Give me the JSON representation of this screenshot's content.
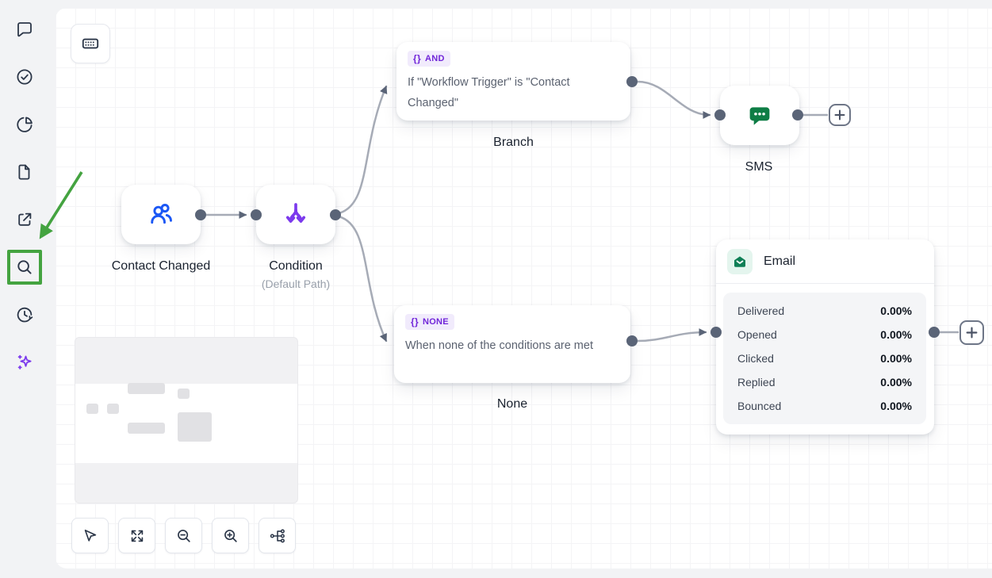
{
  "sidebar": {
    "items": [
      {
        "id": "chat",
        "icon": "chat-icon"
      },
      {
        "id": "tasks",
        "icon": "check-circle-icon"
      },
      {
        "id": "reporting",
        "icon": "pie-chart-icon"
      },
      {
        "id": "documents",
        "icon": "document-icon"
      },
      {
        "id": "open-external",
        "icon": "external-link-icon"
      },
      {
        "id": "search",
        "icon": "search-icon",
        "highlighted": true
      },
      {
        "id": "history",
        "icon": "clock-history-icon"
      },
      {
        "id": "ai-assistant",
        "icon": "sparkles-icon"
      }
    ]
  },
  "workflow": {
    "trigger": {
      "label": "Contact Changed",
      "icon": "contacts-icon"
    },
    "condition": {
      "label": "Condition",
      "sublabel": "(Default Path)",
      "icon": "branch-split-icon"
    },
    "branch_card": {
      "badge_symbol": "{}",
      "badge_label": "AND",
      "condition_text": "If \"Workflow Trigger\" is \"Contact Changed\"",
      "label": "Branch"
    },
    "none_card": {
      "badge_symbol": "{}",
      "badge_label": "NONE",
      "condition_text": "When none of the conditions are met",
      "label": "None"
    },
    "sms": {
      "label": "SMS",
      "icon": "sms-chat-icon"
    },
    "email": {
      "title": "Email",
      "icon": "email-envelope-icon",
      "stats": [
        {
          "label": "Delivered",
          "value": "0.00%"
        },
        {
          "label": "Opened",
          "value": "0.00%"
        },
        {
          "label": "Clicked",
          "value": "0.00%"
        },
        {
          "label": "Replied",
          "value": "0.00%"
        },
        {
          "label": "Bounced",
          "value": "0.00%"
        }
      ]
    }
  },
  "colors": {
    "annotation_green": "#44A340",
    "trigger_icon": "#1b57f5",
    "condition_icon": "#7c3aed",
    "sms_icon": "#0e7d45",
    "email_icon": "#0e7f56",
    "badge_text": "#7126d9",
    "edge_line": "#a6abb6",
    "edge_dot": "#5a6477"
  }
}
